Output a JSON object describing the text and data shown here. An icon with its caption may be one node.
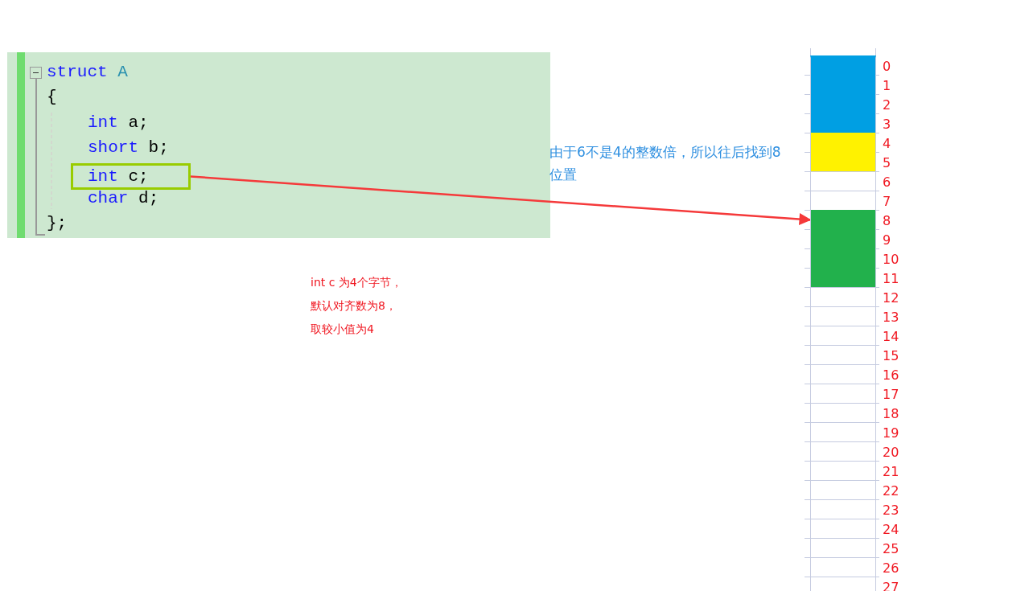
{
  "diagram": {
    "nodes": [
      {
        "text": [
          "struct A",
          "{",
          "int a;",
          "short b;",
          "char d;",
          "};"
        ]
      },
      {
        "text": [
          "int c;"
        ],
        "in": 0
      },
      {
        "text": [],
        "shape": "box",
        "beside": [
          "0"
        ]
      },
      {
        "text": [],
        "shape": "box",
        "beside": [
          "1"
        ]
      },
      {
        "text": [],
        "shape": "box",
        "beside": [
          "2"
        ]
      },
      {
        "text": [],
        "shape": "box",
        "beside": [
          "3"
        ]
      },
      {
        "text": [],
        "shape": "box",
        "beside": [
          "4"
        ]
      },
      {
        "text": [],
        "shape": "box",
        "beside": [
          "5"
        ]
      },
      {
        "text": [],
        "shape": "box",
        "beside": [
          "6"
        ]
      },
      {
        "text": [],
        "shape": "box",
        "beside": [
          "7"
        ]
      },
      {
        "text": [],
        "shape": "box",
        "beside": [
          "8"
        ]
      },
      {
        "text": [],
        "shape": "box",
        "beside": [
          "9"
        ]
      },
      {
        "text": [],
        "shape": "box",
        "beside": [
          "10"
        ]
      },
      {
        "text": [],
        "shape": "box",
        "beside": [
          "11"
        ]
      },
      {
        "text": [],
        "shape": "box",
        "beside": [
          "12"
        ]
      },
      {
        "text": [],
        "shape": "box",
        "beside": [
          "13"
        ]
      },
      {
        "text": [],
        "shape": "box",
        "beside": [
          "14"
        ]
      },
      {
        "text": [],
        "shape": "box",
        "beside": [
          "15"
        ]
      },
      {
        "text": [],
        "shape": "box",
        "beside": [
          "16"
        ]
      },
      {
        "text": [],
        "shape": "box",
        "beside": [
          "17"
        ]
      },
      {
        "text": [],
        "shape": "box",
        "beside": [
          "18"
        ]
      },
      {
        "text": [],
        "shape": "box",
        "beside": [
          "19"
        ]
      },
      {
        "text": [],
        "shape": "box",
        "beside": [
          "20"
        ]
      },
      {
        "text": [],
        "shape": "box",
        "beside": [
          "21"
        ]
      },
      {
        "text": [],
        "shape": "box",
        "beside": [
          "22"
        ]
      },
      {
        "text": [],
        "shape": "box",
        "beside": [
          "23"
        ]
      },
      {
        "text": [],
        "shape": "box",
        "beside": [
          "24"
        ]
      },
      {
        "text": [],
        "shape": "box",
        "beside": [
          "25"
        ]
      },
      {
        "text": [],
        "shape": "box",
        "beside": [
          "26"
        ]
      },
      {
        "text": [],
        "shape": "box",
        "beside": [
          "27"
        ]
      }
    ],
    "edges": [
      {
        "from": 1,
        "to": 10,
        "arrow": "to"
      }
    ],
    "labels": [
      "由于6不是4的整数倍，所以往后找到8位置",
      "int c 为4个字节，",
      "默认对齐数为8，",
      "取较小值为4"
    ]
  }
}
